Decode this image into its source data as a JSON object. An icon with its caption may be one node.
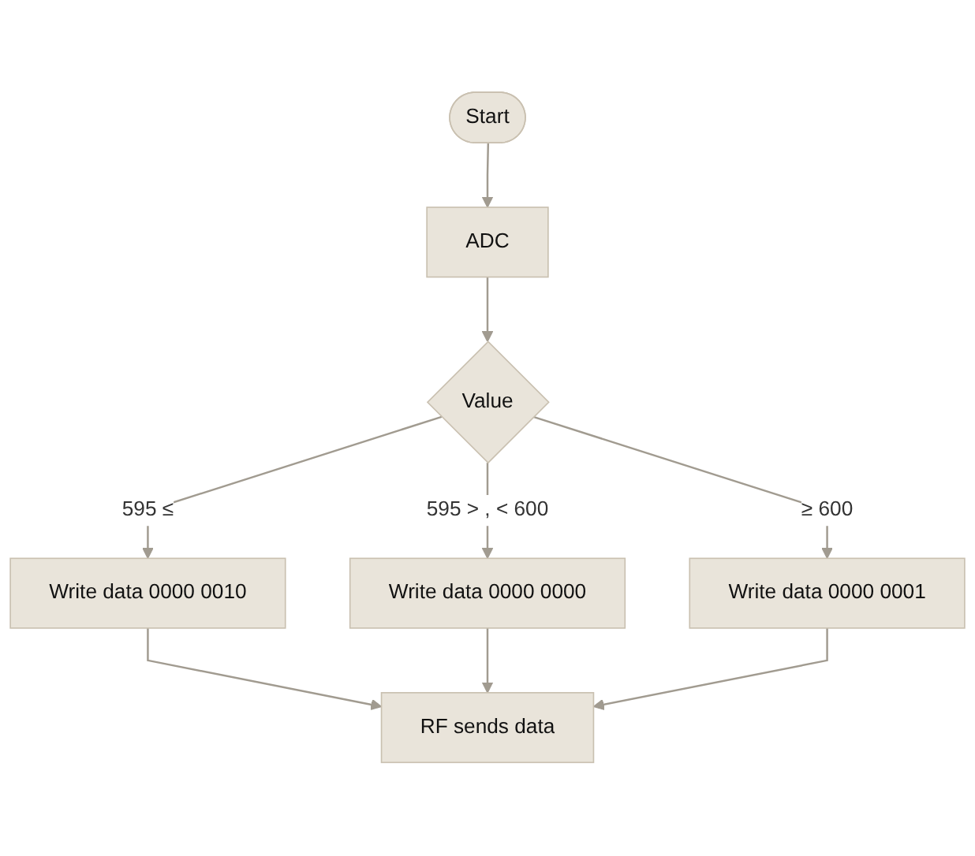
{
  "diagram": {
    "nodes": [
      {
        "text": [
          "Start"
        ]
      },
      {
        "text": [
          "ADC"
        ]
      },
      {
        "text": [
          "Value"
        ]
      },
      {
        "text": [
          "Write data 0000 0010"
        ]
      },
      {
        "text": [
          "Write data 0000 0001"
        ]
      },
      {
        "text": [
          "Write data 0000 0000"
        ]
      },
      {
        "text": [
          "RF sends data"
        ]
      }
    ],
    "edges": [
      {
        "from": 0,
        "to": 1,
        "arrow": "to"
      },
      {
        "from": 1,
        "to": 2,
        "arrow": "to"
      },
      {
        "from": 2,
        "to": 3,
        "label": "595 ≤",
        "arrow": "to"
      },
      {
        "from": 2,
        "to": 4,
        "label": "≥ 600",
        "arrow": "to"
      },
      {
        "from": 2,
        "to": 5,
        "label": "595 > , < 600",
        "arrow": "to"
      },
      {
        "from": 3,
        "to": 6,
        "arrow": "to"
      },
      {
        "from": 5,
        "to": 6,
        "arrow": "to"
      },
      {
        "from": 4,
        "to": 6,
        "arrow": "to"
      }
    ]
  }
}
